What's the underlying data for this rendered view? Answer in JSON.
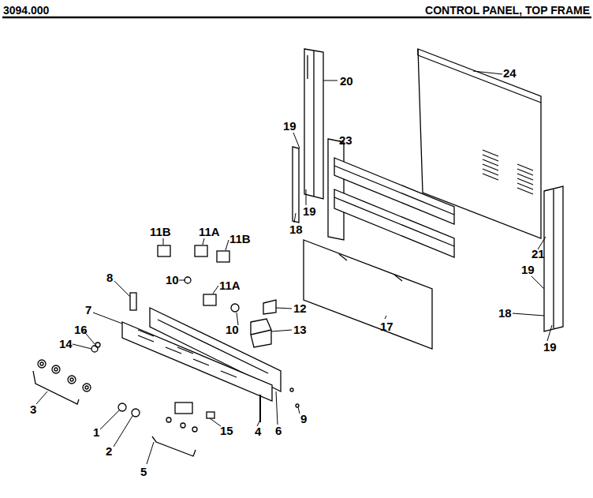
{
  "diagram": {
    "title": "CONTROL PANEL, TOP FRAME",
    "labels": [
      "3094.000",
      "20",
      "24",
      "19",
      "23",
      "19",
      "18",
      "11B",
      "11A",
      "11B",
      "21",
      "19",
      "8",
      "10",
      "11A",
      "12",
      "7",
      "18",
      "10",
      "13",
      "17",
      "16",
      "14",
      "19",
      "9",
      "3",
      "15",
      "4",
      "6",
      "1",
      "2",
      "5"
    ]
  }
}
